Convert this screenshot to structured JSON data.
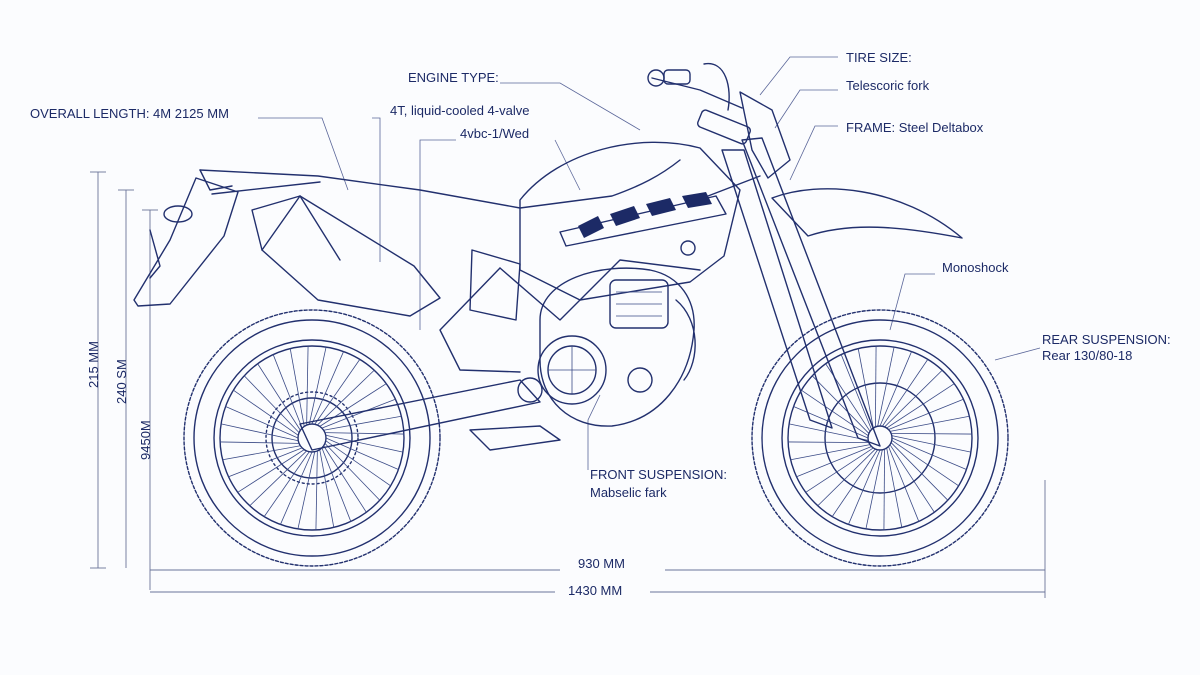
{
  "labels": {
    "overall_length": "OVERALL LENGTH: 4M 2125 MM",
    "engine_type_title": "ENGINE TYPE:",
    "engine_type_value": "4T, liquid-cooled 4-valve",
    "engine_type_extra": "4vbc-1/Wed",
    "tire_size": "TIRE SIZE:",
    "telescopic_fork": "Telescoric fork",
    "frame": "FRAME: Steel Deltabox",
    "monoshock": "Monoshock",
    "rear_suspension_title": "REAR SUSPENSION:",
    "rear_suspension_value": "Rear 130/80-18",
    "front_suspension_title": "FRONT SUSPENSION:",
    "front_suspension_value": "Mabselic fark"
  },
  "dimensions": {
    "height_outer": "215 MM",
    "height_middle": "240 SM",
    "height_inner": "9450M",
    "wheelbase": "930 MM",
    "length_bottom": "1430 MM"
  },
  "colors": {
    "ink": "#22306e",
    "paper": "#fbfcfe"
  }
}
